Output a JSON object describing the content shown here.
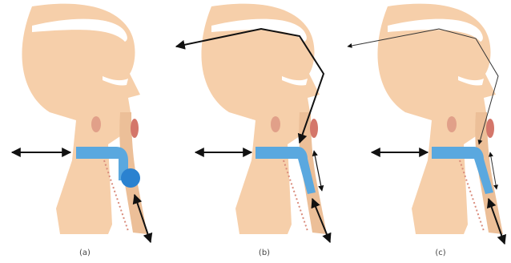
{
  "panels": [
    {
      "label": "(a)",
      "variant": "balloon"
    },
    {
      "label": "(b)",
      "variant": "path-thick"
    },
    {
      "label": "(c)",
      "variant": "path-thin"
    }
  ],
  "colors": {
    "skin": "#f6cfaa",
    "skin_dark": "#ecbf98",
    "airway_white": "#ffffff",
    "tube": "#5aa8df",
    "balloon": "#2b82d0",
    "arrow": "#111111",
    "vertebra": "#d98b7b",
    "tissue_red": "#d4766a"
  },
  "icons": [
    "double-arrow-icon",
    "cuff-balloon-icon"
  ]
}
